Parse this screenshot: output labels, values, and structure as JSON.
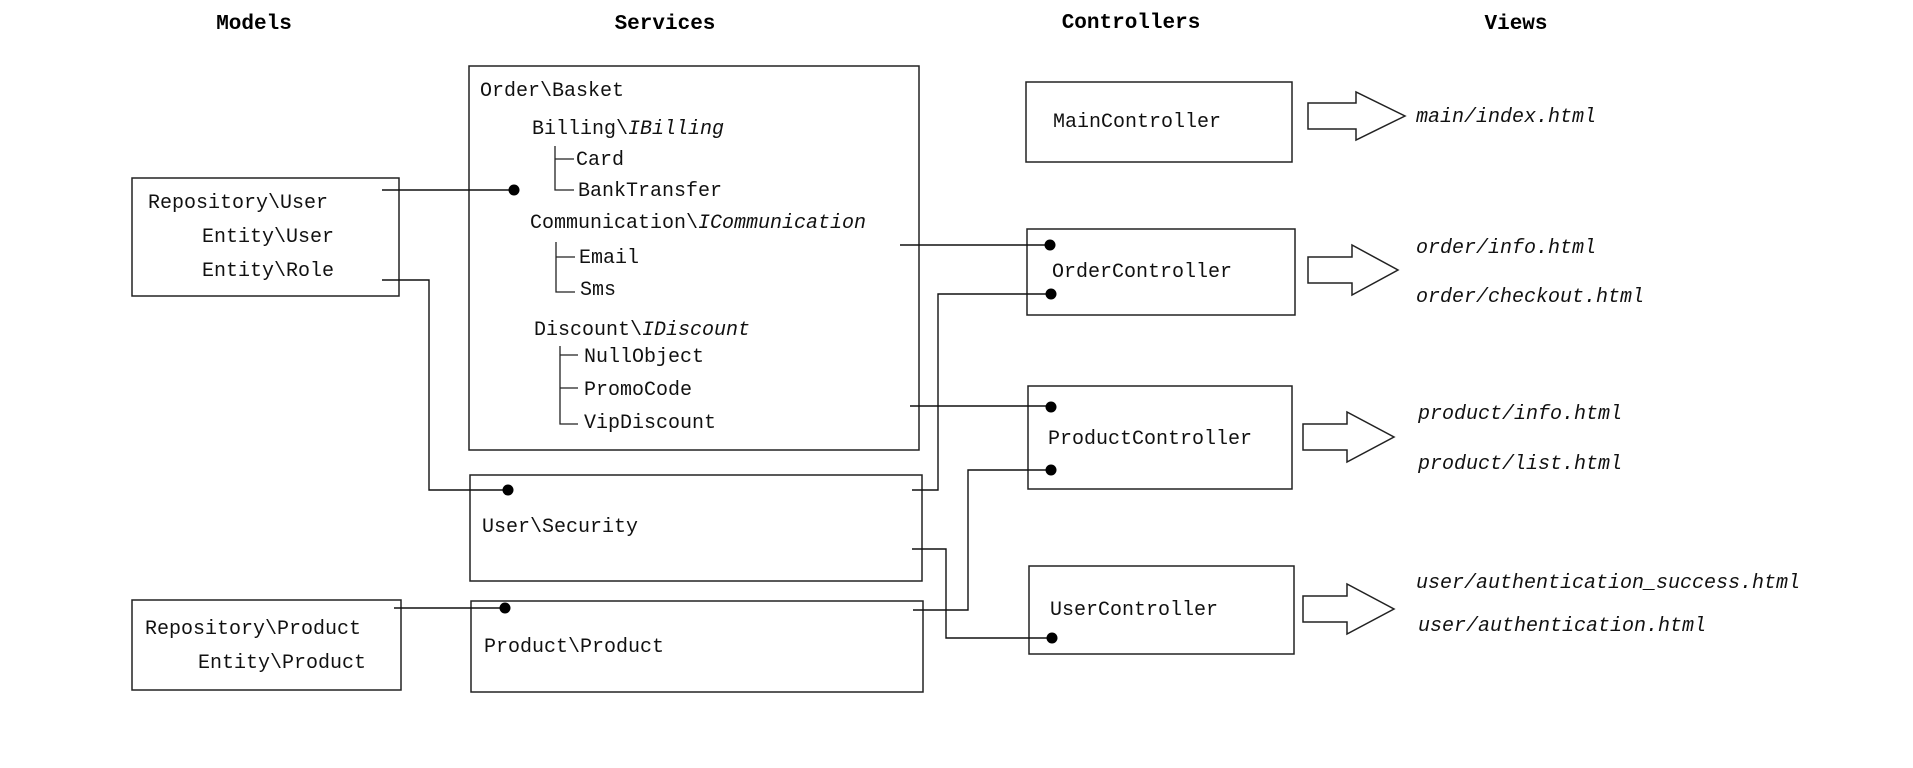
{
  "columns": {
    "models": "Models",
    "services": "Services",
    "controllers": "Controllers",
    "views": "Views"
  },
  "models": {
    "user_box": [
      "Repository\\User",
      "Entity\\User",
      "Entity\\Role"
    ],
    "product_box": [
      "Repository\\Product",
      "Entity\\Product"
    ]
  },
  "services": {
    "order_basket": {
      "title": "Order\\Basket",
      "billing": {
        "prefix": "Billing\\",
        "iface": "IBilling",
        "items": [
          "Card",
          "BankTransfer"
        ]
      },
      "communication": {
        "prefix": "Communication\\",
        "iface": "ICommunication",
        "items": [
          "Email",
          "Sms"
        ]
      },
      "discount": {
        "prefix": "Discount\\",
        "iface": "IDiscount",
        "items": [
          "NullObject",
          "PromoCode",
          "VipDiscount"
        ]
      }
    },
    "user_security": "User\\Security",
    "product_product": "Product\\Product"
  },
  "controllers": {
    "main": "MainController",
    "order": "OrderController",
    "product": "ProductController",
    "user": "UserController"
  },
  "views": {
    "main": [
      "main/index.html"
    ],
    "order": [
      "order/info.html",
      "order/checkout.html"
    ],
    "product": [
      "product/info.html",
      "product/list.html"
    ],
    "user": [
      "user/authentication_success.html",
      "user/authentication.html"
    ]
  }
}
